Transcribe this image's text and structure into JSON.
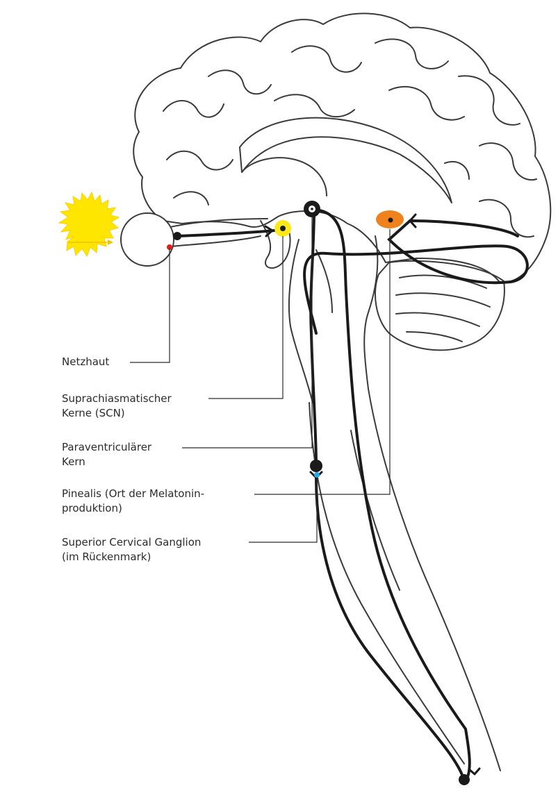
{
  "labels": {
    "netzhaut": [
      "Netzhaut"
    ],
    "scn": [
      "Suprachiasmatischer",
      "Kerne (SCN)"
    ],
    "pvn": [
      "Paraventriculärer",
      "Kern"
    ],
    "pinealis": [
      "Pinealis (Ort der Melatonin-",
      "produktion)"
    ],
    "scg": [
      "Superior Cervical Ganglion",
      "(im Rückenmark)"
    ]
  },
  "colors": {
    "sun": "#ffe600",
    "light_arrow": "#f2c200",
    "retina": "#e0201b",
    "scn": "#ffe81a",
    "pineal": "#f0821e",
    "ganglion_marker": "#29a8e0",
    "pathway": "#1a1a1a",
    "outline": "#3a3a3a"
  }
}
